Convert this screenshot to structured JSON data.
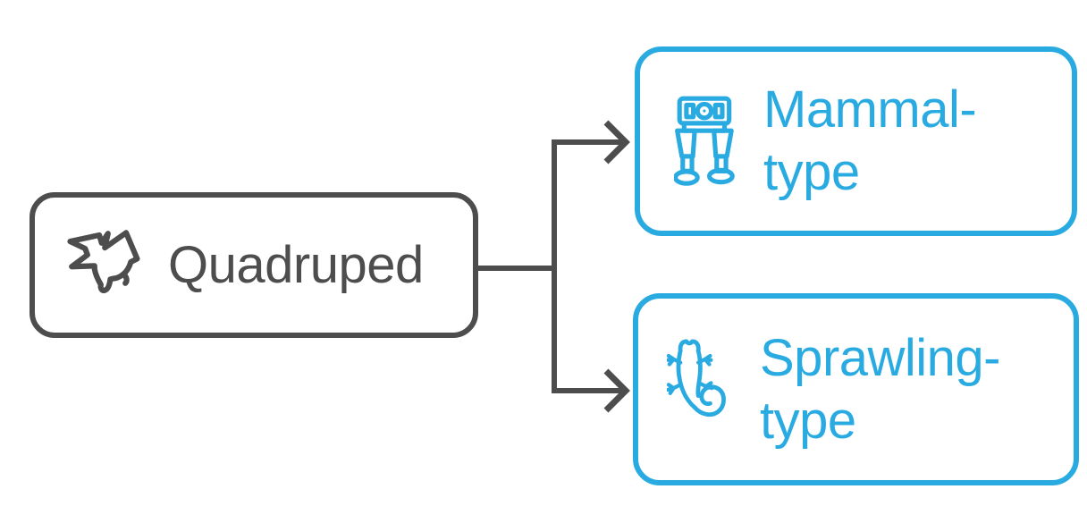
{
  "colors": {
    "line_gray": "#4D4D4D",
    "accent_blue": "#29ABE2",
    "canvas_bg": "#FFFFFF"
  },
  "nodes": {
    "root": {
      "label": "Quadruped",
      "icon": "pterodactyl-icon"
    },
    "mammal": {
      "label": "Mammal-type",
      "lines": [
        "Mammal-",
        "type"
      ],
      "icon": "quadruped-robot-icon"
    },
    "sprawling": {
      "label": "Sprawling-type",
      "lines": [
        "Sprawling-",
        "type"
      ],
      "icon": "gecko-icon"
    }
  },
  "connections": [
    {
      "from": "Quadruped",
      "to": "Mammal-type",
      "style": "elbow-arrow"
    },
    {
      "from": "Quadruped",
      "to": "Sprawling-type",
      "style": "elbow-arrow"
    }
  ]
}
